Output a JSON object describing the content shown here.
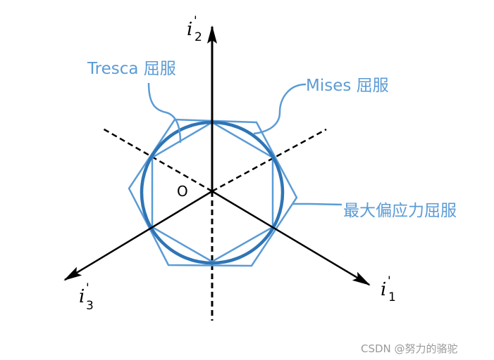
{
  "labels": {
    "tresca": "Tresca 屈服",
    "mises": "Mises 屈服",
    "max_deviatoric": "最大偏应力屈服",
    "origin": "O"
  },
  "axes": {
    "i1": {
      "letter": "i",
      "prime": "'",
      "sub": "1"
    },
    "i2": {
      "letter": "i",
      "prime": "'",
      "sub": "2"
    },
    "i3": {
      "letter": "i",
      "prime": "'",
      "sub": "3"
    }
  },
  "watermark": "CSDN @努力的骆驼",
  "colors": {
    "curve": "#5b9bd5",
    "circle": "#2e75b6",
    "axis": "#000000"
  }
}
